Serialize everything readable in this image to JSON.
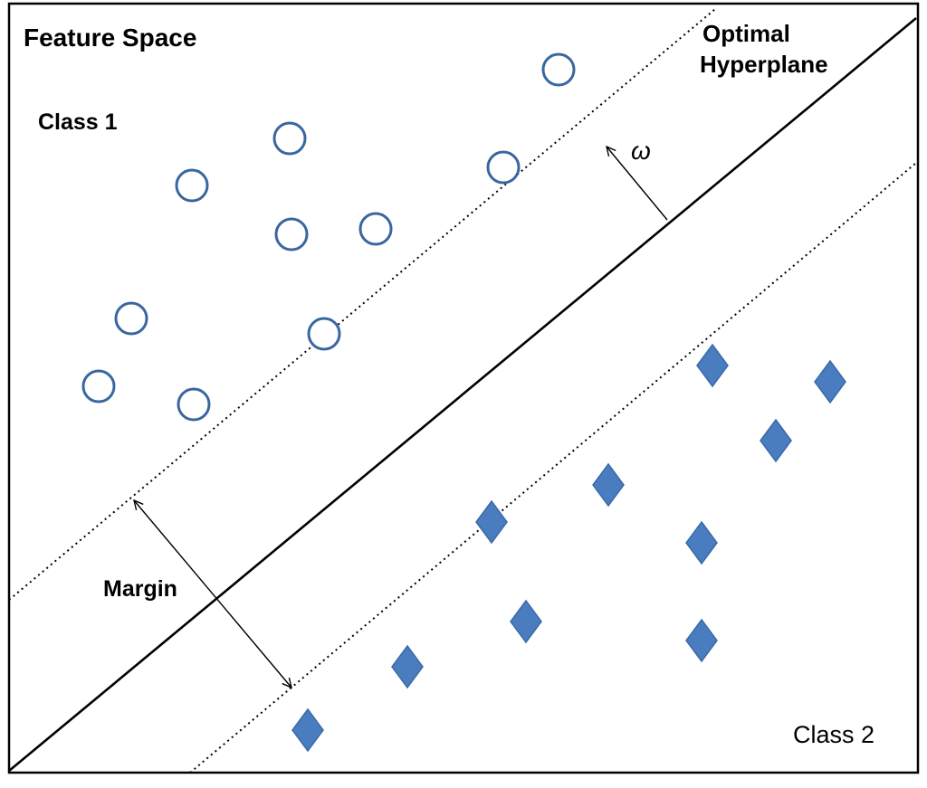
{
  "labels": {
    "feature_space": "Feature Space",
    "class1": "Class 1",
    "class2": "Class 2",
    "hyperplane_line1": "Optimal",
    "hyperplane_line2": "Hyperplane",
    "margin": "Margin",
    "omega": "ω"
  },
  "colors": {
    "class1_marker": "#3a66a0",
    "class2_marker": "#4a7cc0",
    "class2_stroke": "#3a6aa8",
    "line": "#000000",
    "border": "#000000"
  },
  "legend_semantics": {
    "class1_marker": "circle",
    "class2_marker": "diamond"
  }
}
